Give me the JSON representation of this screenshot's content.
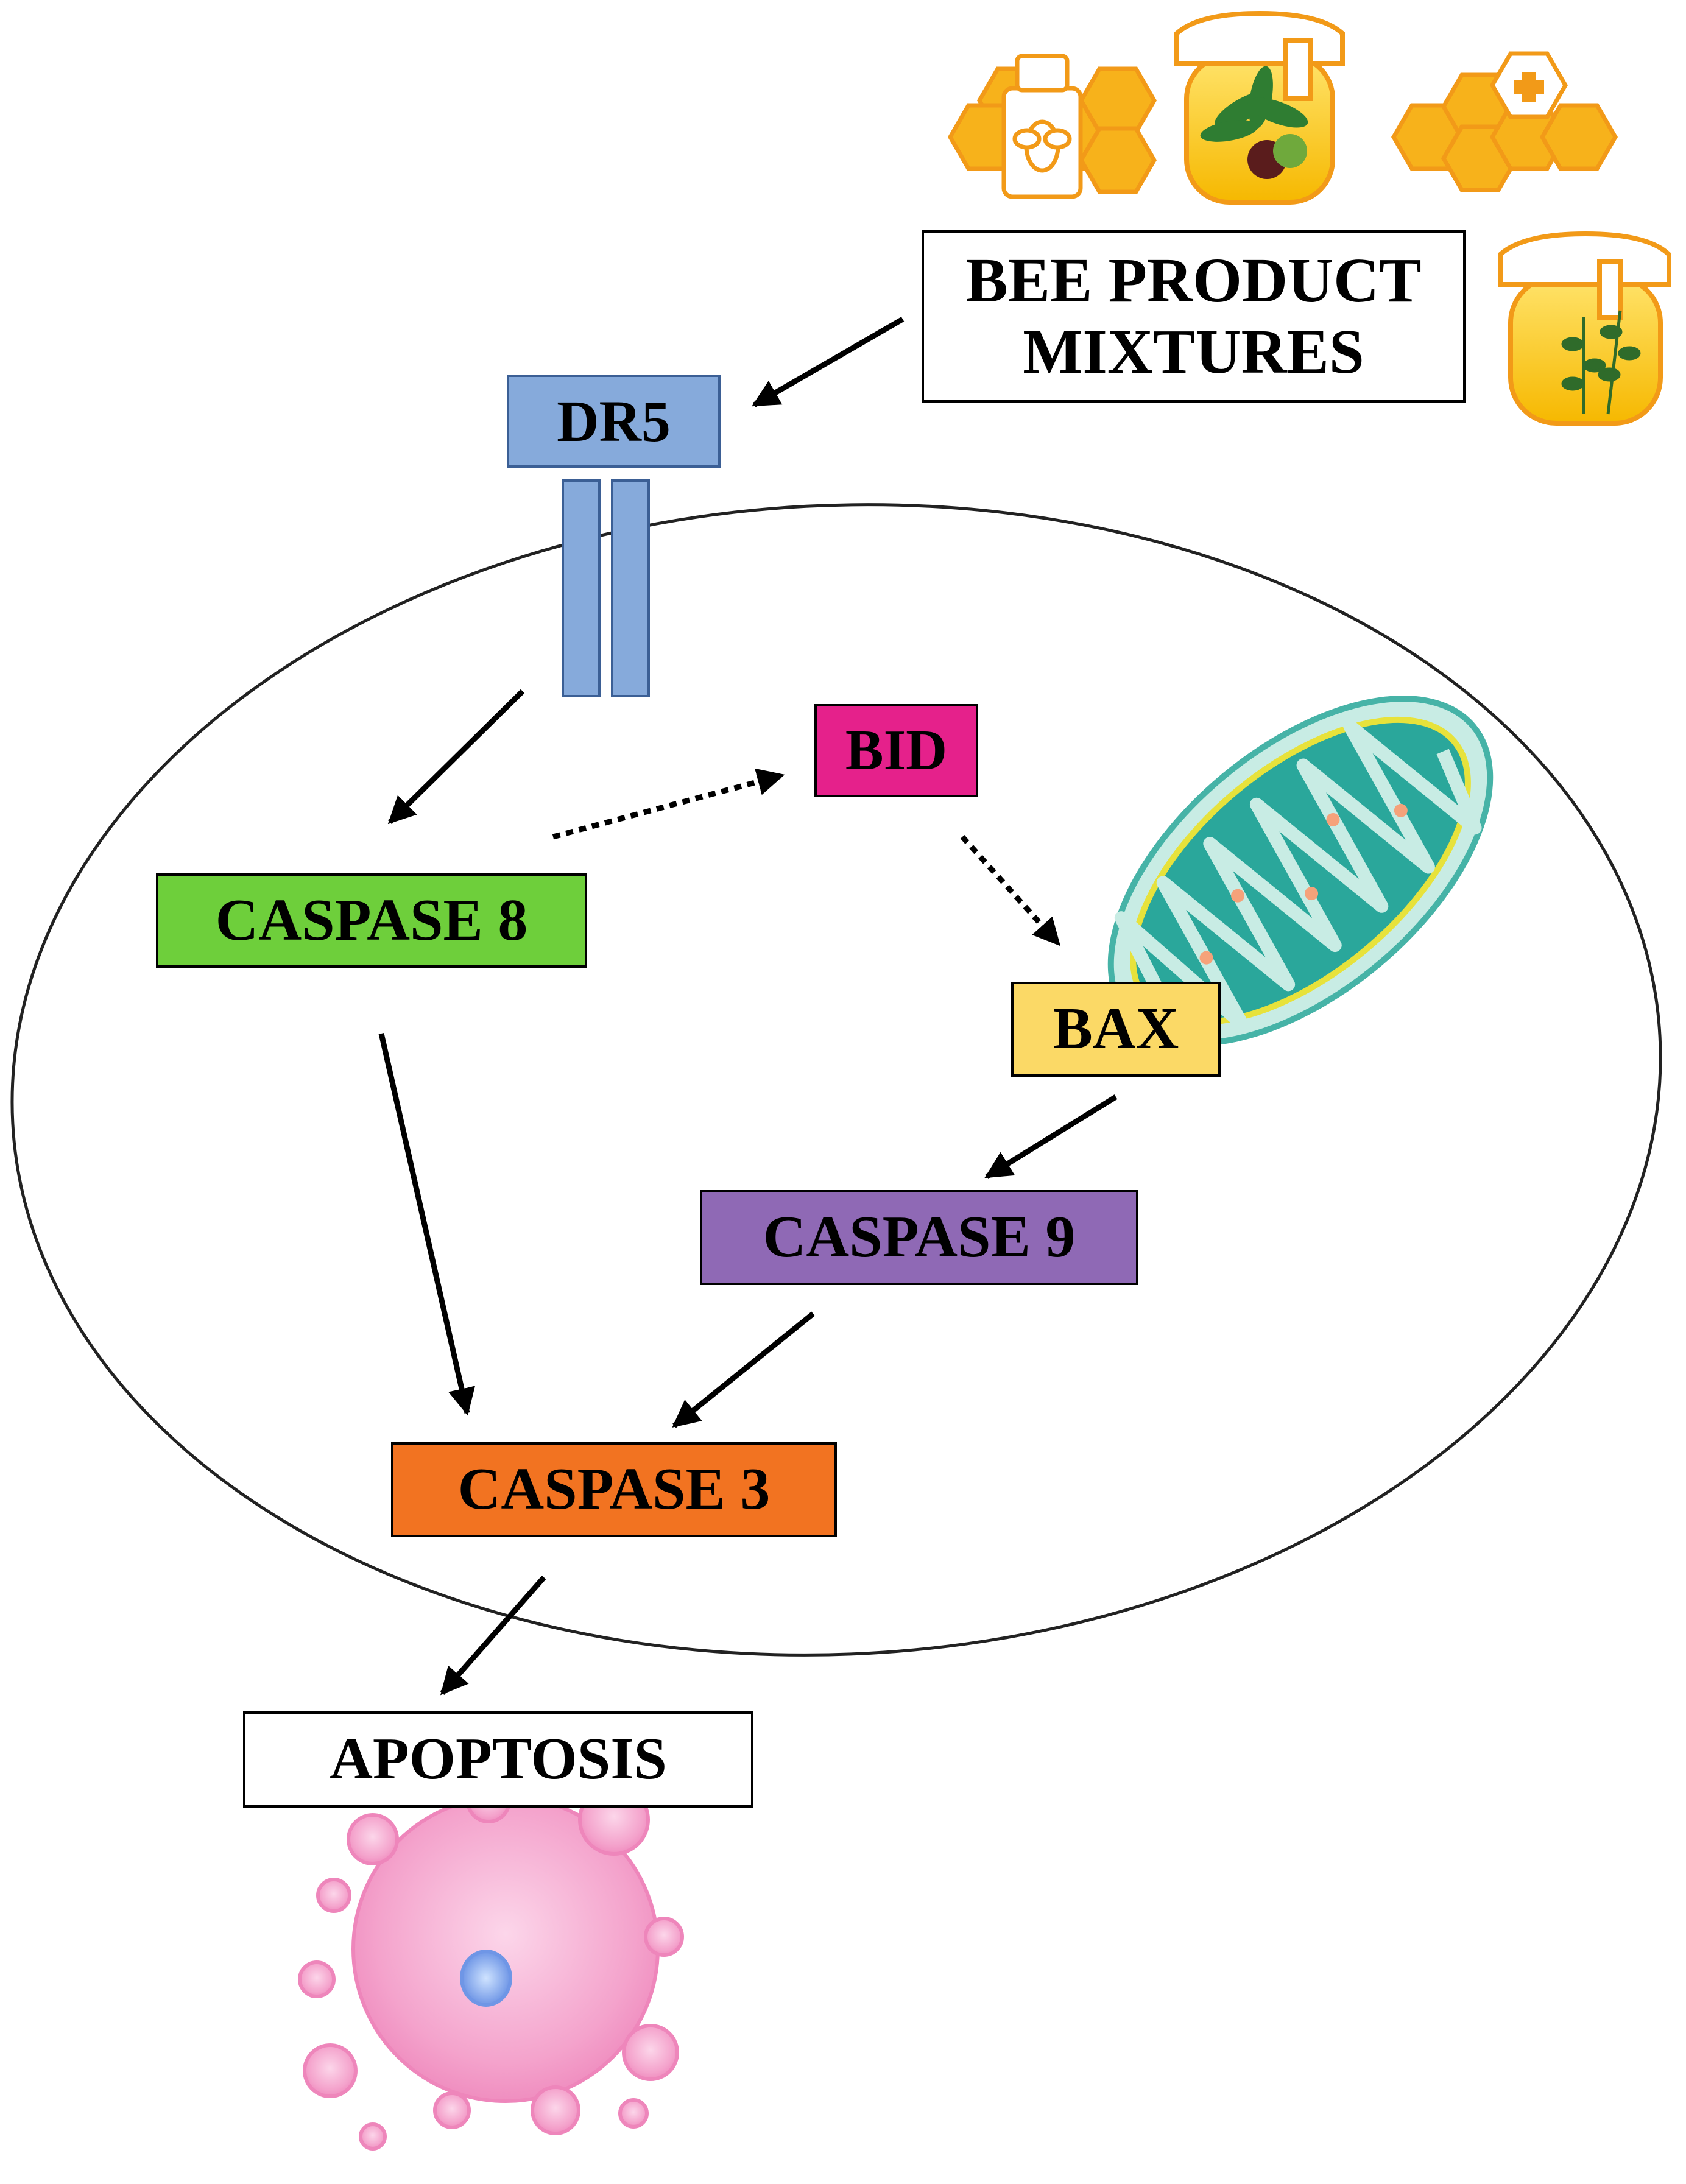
{
  "nodes": {
    "bee_products": "BEE PRODUCT MIXTURES",
    "dr5": "DR5",
    "bid": "BID",
    "caspase8": "CASPASE 8",
    "bax": "BAX",
    "caspase9": "CASPASE 9",
    "caspase3": "CASPASE 3",
    "apoptosis": "APOPTOSIS"
  },
  "edges": [
    {
      "from": "bee_products",
      "to": "dr5",
      "style": "solid"
    },
    {
      "from": "dr5",
      "to": "caspase8",
      "style": "solid"
    },
    {
      "from": "caspase8",
      "to": "bid",
      "style": "dotted"
    },
    {
      "from": "bid",
      "to": "bax",
      "style": "dotted"
    },
    {
      "from": "bax",
      "to": "caspase9",
      "style": "solid"
    },
    {
      "from": "caspase8",
      "to": "caspase3",
      "style": "solid"
    },
    {
      "from": "caspase9",
      "to": "caspase3",
      "style": "solid"
    },
    {
      "from": "caspase3",
      "to": "apoptosis",
      "style": "solid"
    }
  ],
  "illustrations": [
    "honeycomb-bottle-icon",
    "chestnut-honey-jar-icon",
    "honeycomb-medical-icon",
    "herbal-honey-jar-icon",
    "mitochondrion-illustration",
    "apoptotic-cell-illustration"
  ],
  "colors": {
    "dr5": "#86aadb",
    "bid": "#e5218b",
    "caspase8": "#6ecf3b",
    "bax": "#fbd966",
    "caspase9": "#8f69b5",
    "caspase3": "#f27321",
    "honeycomb": "#f7b21b",
    "mitochondrion": "#2aa79b",
    "apoptotic_cell": "#f49ac9"
  }
}
